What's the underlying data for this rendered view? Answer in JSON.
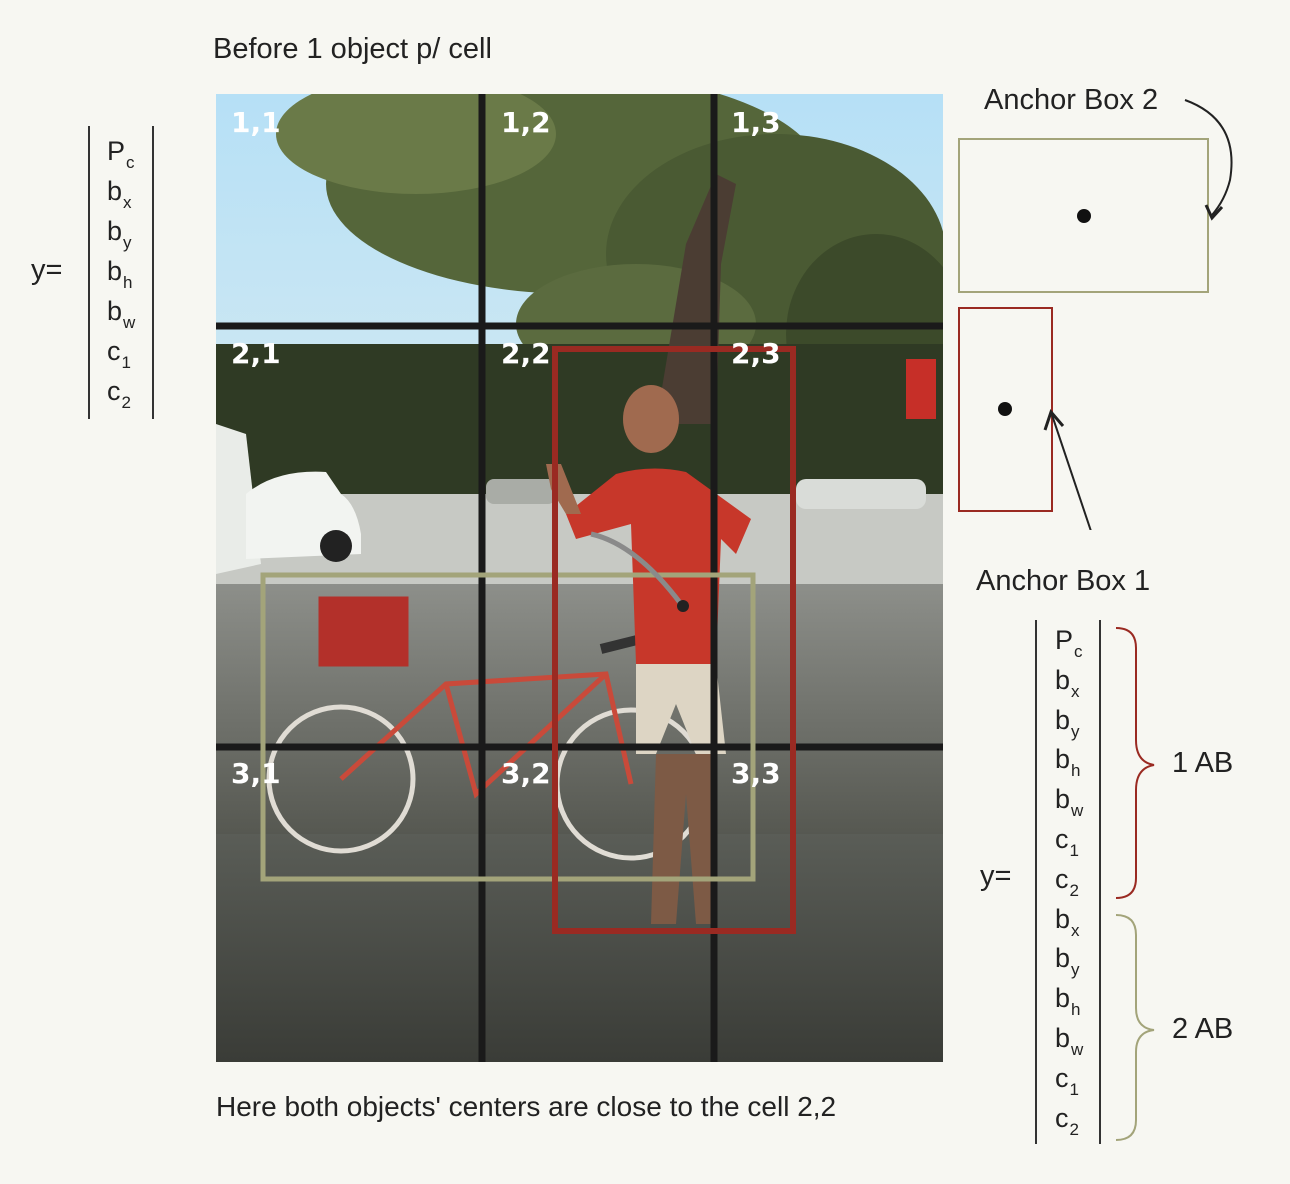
{
  "top_title": "Before 1 object p/ cell",
  "bottom_caption": "Here both objects' centers are close to the cell 2,2",
  "cells": [
    {
      "label": "1,1",
      "row": 0,
      "col": 0
    },
    {
      "label": "1,2",
      "row": 0,
      "col": 1
    },
    {
      "label": "1,3",
      "row": 0,
      "col": 2
    },
    {
      "label": "2,1",
      "row": 1,
      "col": 0
    },
    {
      "label": "2,2",
      "row": 1,
      "col": 1
    },
    {
      "label": "2,3",
      "row": 1,
      "col": 2
    },
    {
      "label": "3,1",
      "row": 2,
      "col": 0
    },
    {
      "label": "3,2",
      "row": 2,
      "col": 1
    },
    {
      "label": "3,3",
      "row": 2,
      "col": 2
    }
  ],
  "left_vector": {
    "equals": "y=",
    "items": [
      {
        "base": "P",
        "sub": "c"
      },
      {
        "base": "b",
        "sub": "x"
      },
      {
        "base": "b",
        "sub": "y"
      },
      {
        "base": "b",
        "sub": "h"
      },
      {
        "base": "b",
        "sub": "w"
      },
      {
        "base": "c",
        "sub": "1"
      },
      {
        "base": "c",
        "sub": "2"
      }
    ]
  },
  "right_vector": {
    "equals": "y=",
    "items": [
      {
        "base": "P",
        "sub": "c"
      },
      {
        "base": "b",
        "sub": "x"
      },
      {
        "base": "b",
        "sub": "y"
      },
      {
        "base": "b",
        "sub": "h"
      },
      {
        "base": "b",
        "sub": "w"
      },
      {
        "base": "c",
        "sub": "1"
      },
      {
        "base": "c",
        "sub": "2"
      },
      {
        "base": "b",
        "sub": "x"
      },
      {
        "base": "b",
        "sub": "y"
      },
      {
        "base": "b",
        "sub": "h"
      },
      {
        "base": "b",
        "sub": "w"
      },
      {
        "base": "c",
        "sub": "1"
      },
      {
        "base": "c",
        "sub": "2"
      }
    ],
    "brace_1_label": "1 AB",
    "brace_2_label": "2 AB"
  },
  "anchor_box_2_label": "Anchor Box 2",
  "anchor_box_1_label": "Anchor Box 1",
  "colors": {
    "anchor_1": "#9a2a22",
    "anchor_2": "#a3a47a",
    "grid": "#1a1a1a",
    "sky": "#b9dff0"
  }
}
